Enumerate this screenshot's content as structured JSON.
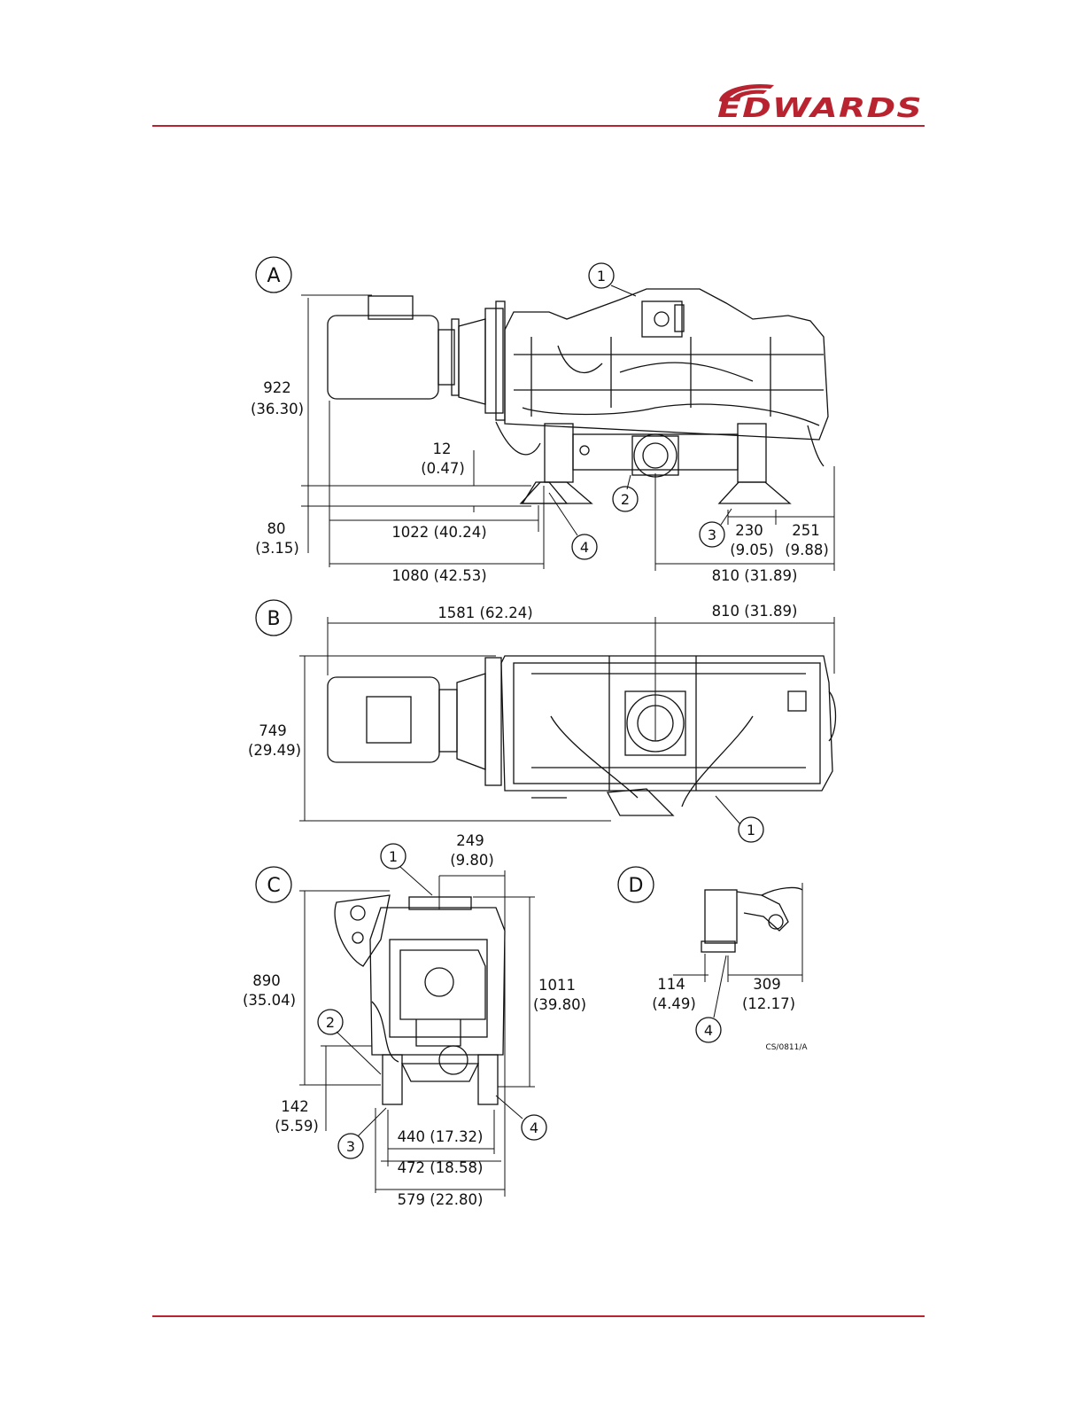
{
  "header": {
    "logo_text": "EDWARDS",
    "brand_color": "#b8232f"
  },
  "views": {
    "a": {
      "label": "A",
      "callouts": [
        "1",
        "2",
        "3",
        "4"
      ],
      "dims": {
        "overall_height": "922",
        "overall_height_in": "(36.30)",
        "foot_gap": "12",
        "foot_gap_in": "(0.47)",
        "base_height": "80",
        "base_height_in": "(3.15)",
        "motor_to_foot": "1022 (40.24)",
        "motor_to_foot_outer": "1080 (42.53)",
        "foot_width": "230",
        "foot_width_in": "(9.05)",
        "foot_to_end": "251",
        "foot_to_end_in": "(9.88)",
        "inlet_to_end": "810 (31.89)"
      }
    },
    "b": {
      "label": "B",
      "callouts": [
        "1"
      ],
      "dims": {
        "overall_length": "1581 (62.24)",
        "inlet_to_end": "810 (31.89)",
        "overall_width": "749",
        "overall_width_in": "(29.49)"
      }
    },
    "c": {
      "label": "C",
      "callouts": [
        "1",
        "2",
        "3",
        "4"
      ],
      "dims": {
        "inlet_offset": "249",
        "inlet_offset_in": "(9.80)",
        "height_left": "890",
        "height_left_in": "(35.04)",
        "height_right": "1011",
        "height_right_in": "(39.80)",
        "outlet_height": "142",
        "outlet_height_in": "(5.59)",
        "feet_inner": "440 (17.32)",
        "feet_outer": "472 (18.58)",
        "overall_width": "579 (22.80)"
      }
    },
    "d": {
      "label": "D",
      "callouts": [
        "4"
      ],
      "dims": {
        "foot_depth": "114",
        "foot_depth_in": "(4.49)",
        "foot_to_end": "309",
        "foot_to_end_in": "(12.17)"
      }
    }
  },
  "drawing_code": "CS/0811/A"
}
